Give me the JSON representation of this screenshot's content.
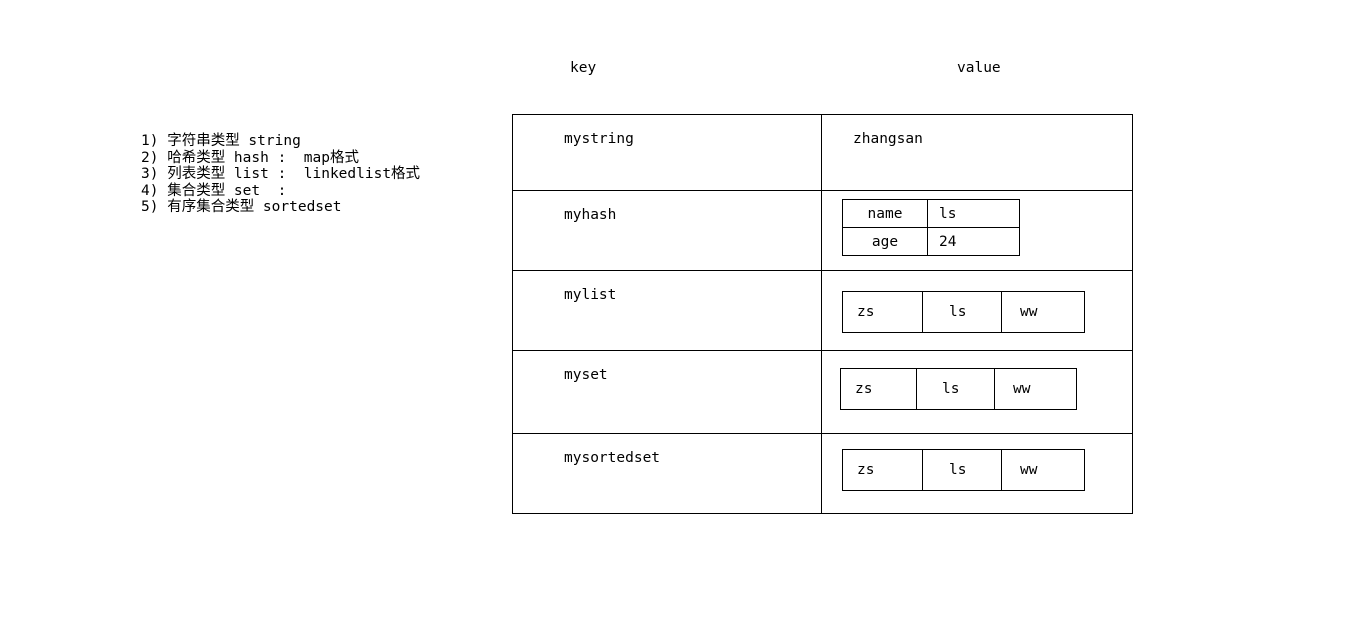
{
  "notes": {
    "lines": [
      "1) 字符串类型 string",
      "2) 哈希类型 hash :  map格式",
      "3) 列表类型 list :  linkedlist格式",
      "4) 集合类型 set  :",
      "5) 有序集合类型 sortedset"
    ]
  },
  "headers": {
    "key": "key",
    "value": "value"
  },
  "table": {
    "rows": [
      {
        "key": "mystring",
        "value_type": "plain",
        "value": "zhangsan"
      },
      {
        "key": "myhash",
        "value_type": "map",
        "entries": [
          {
            "field": "name",
            "value": "ls"
          },
          {
            "field": "age",
            "value": "24"
          }
        ]
      },
      {
        "key": "mylist",
        "value_type": "sequence",
        "items": [
          "zs",
          "ls",
          "ww"
        ]
      },
      {
        "key": "myset",
        "value_type": "sequence",
        "items": [
          "zs",
          "ls",
          "ww"
        ]
      },
      {
        "key": "mysortedset",
        "value_type": "sequence",
        "items": [
          "zs",
          "ls",
          "ww"
        ]
      }
    ]
  },
  "colors": {
    "line": "#000000",
    "background": "#ffffff",
    "text": "#000000"
  }
}
